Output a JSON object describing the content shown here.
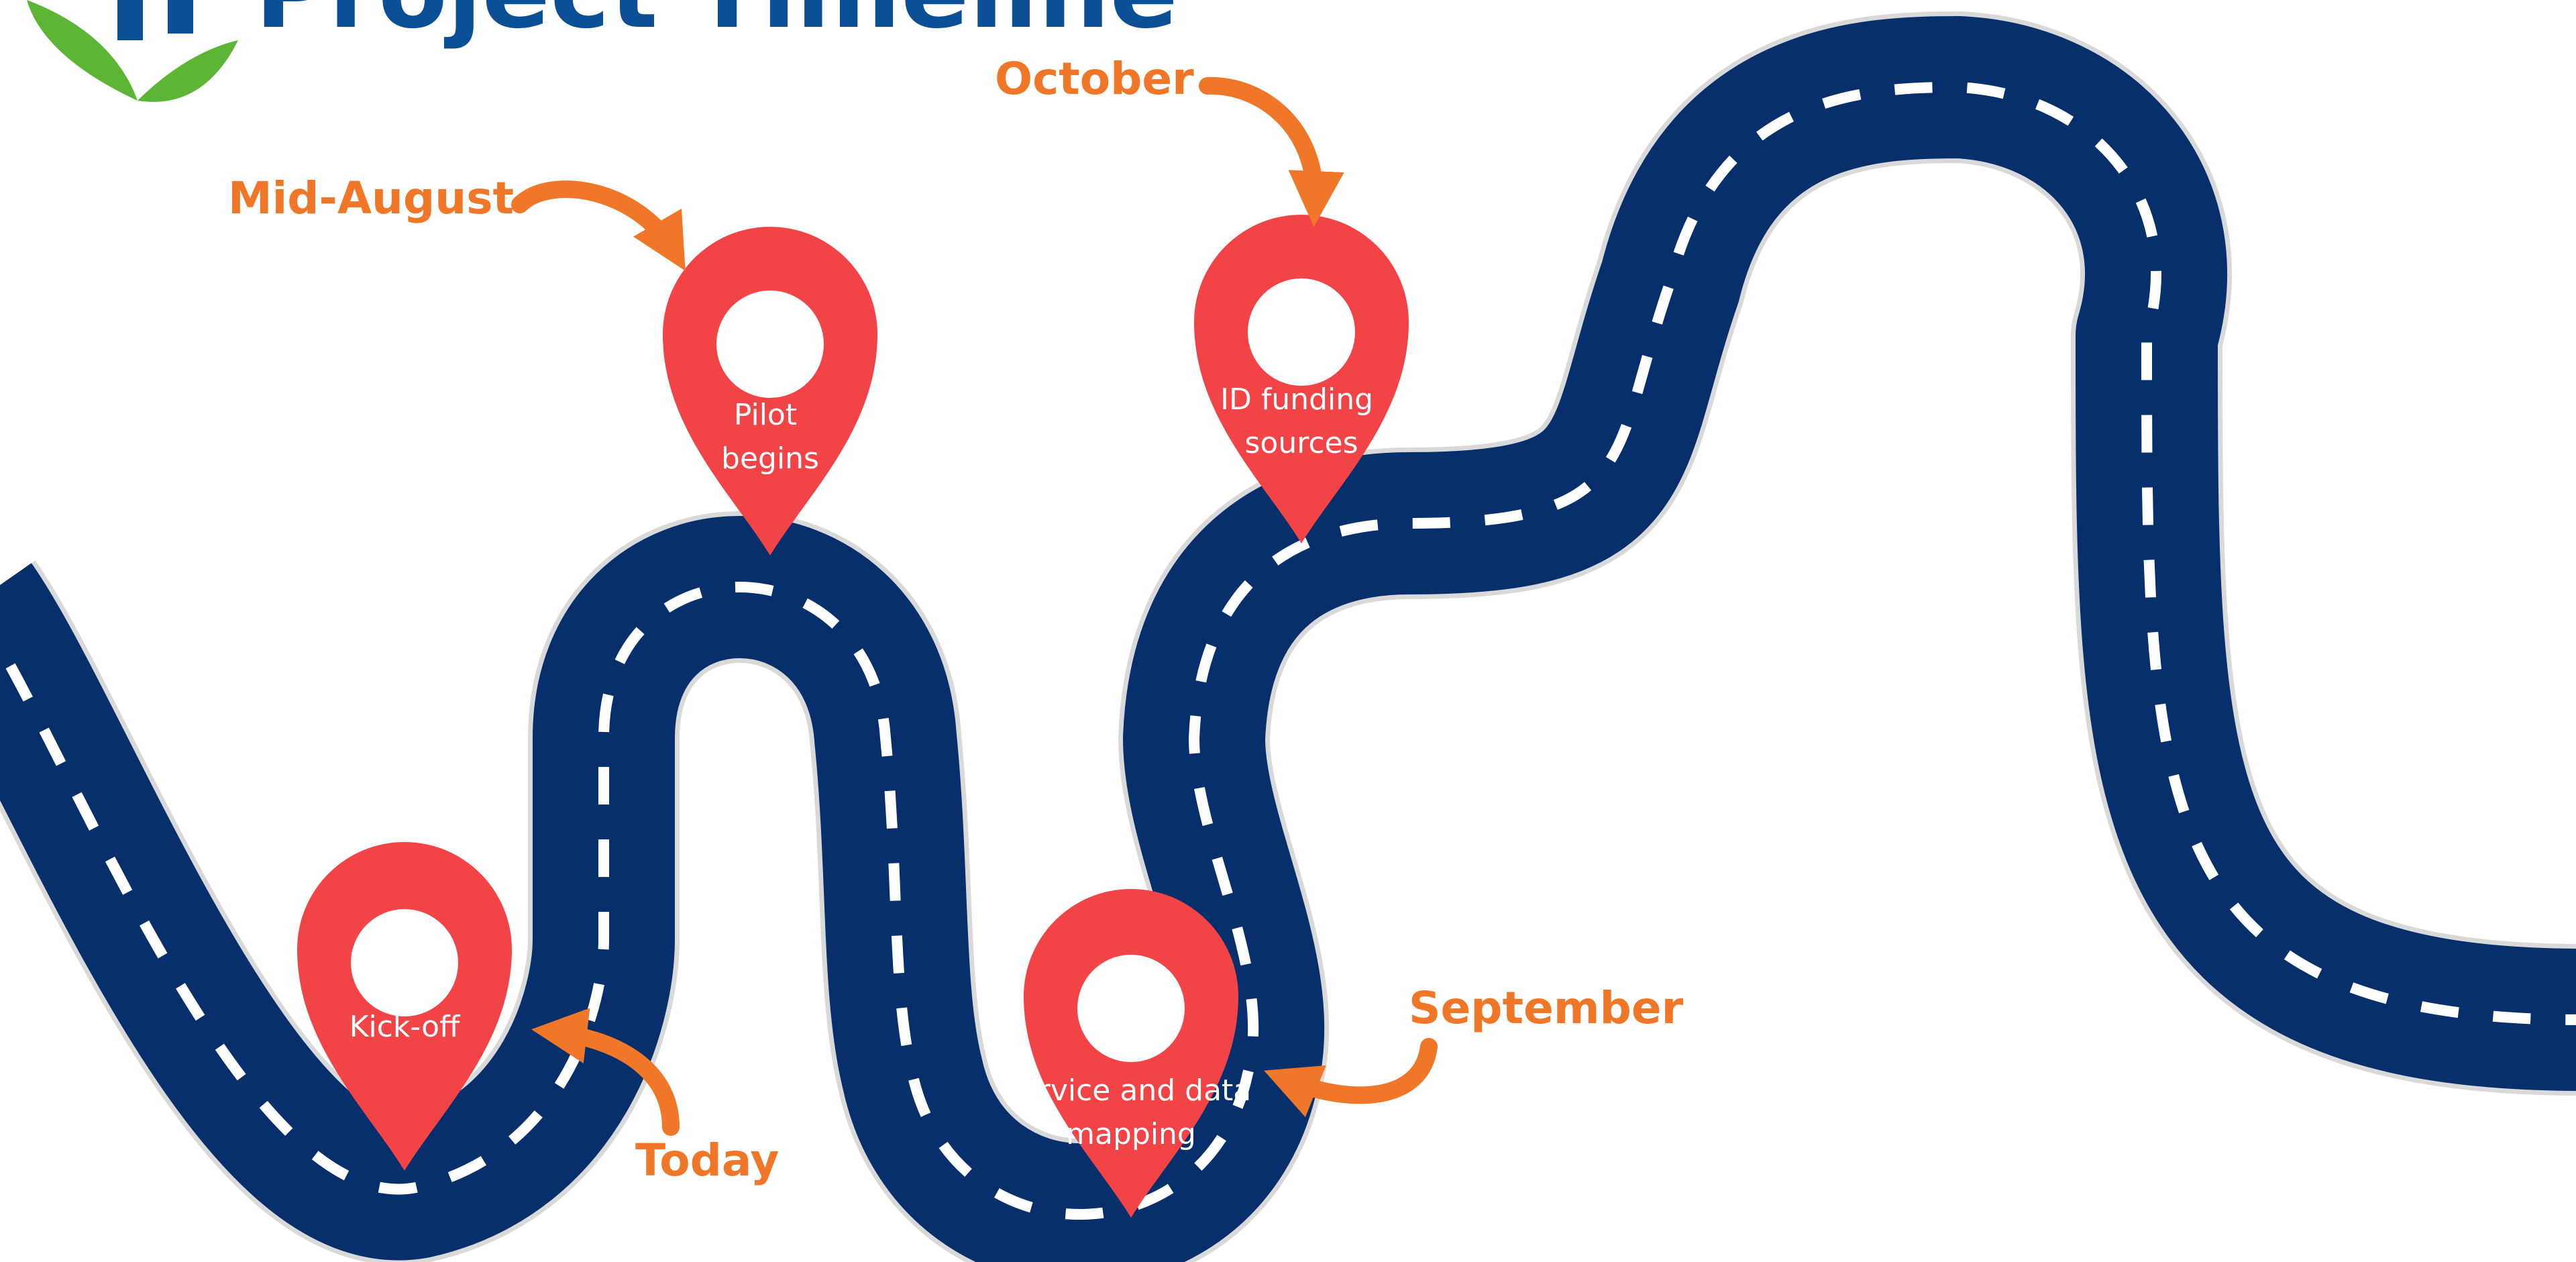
{
  "title": "Project Timeline",
  "colors": {
    "road": "#062f6b",
    "road_shadow": "#d9d9d9",
    "dashes": "#ffffff",
    "pin": "#f24346",
    "accent": "#f07628",
    "title": "#0b4f96",
    "leaf": "#5db535"
  },
  "milestones": [
    {
      "label_lines": [
        "Kick-off"
      ],
      "date": "Today"
    },
    {
      "label_lines": [
        "Pilot",
        "begins"
      ],
      "date": "Mid-August"
    },
    {
      "label_lines": [
        "Service and data",
        "mapping"
      ],
      "date": "September"
    },
    {
      "label_lines": [
        "ID funding",
        "sources"
      ],
      "date": "October"
    }
  ]
}
